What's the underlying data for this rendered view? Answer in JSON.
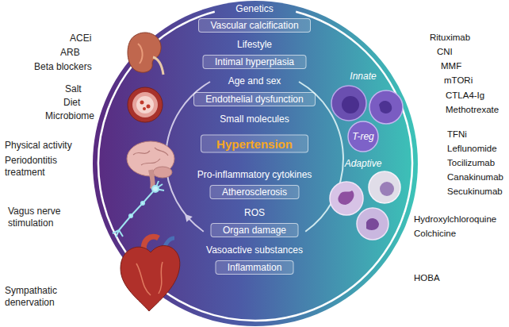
{
  "diagram": {
    "nodes": [
      {
        "text": [
          "Vascular calcification"
        ]
      },
      {
        "text": [
          "Intimal hyperplasia"
        ]
      },
      {
        "text": [
          "Endothelial dysfunction"
        ]
      },
      {
        "text": [
          "Hypertension"
        ]
      },
      {
        "text": [
          "Atherosclerosis"
        ]
      },
      {
        "text": [
          "Organ damage"
        ]
      },
      {
        "text": [
          "Inflammation"
        ]
      }
    ],
    "labels": [
      "Genetics",
      "Lifestyle",
      "Age and sex",
      "Small molecules",
      "Pro-inflammatory cytokines",
      "ROS",
      "Vasoactive substances",
      "ACEi",
      "ARB",
      "Beta blockers",
      "Salt",
      "Diet",
      "Microbiome",
      "Physical activity",
      "Periodontitis treatment",
      "Vagus nerve stimulation",
      "Sympathatic denervation",
      "Rituximab",
      "CNI",
      "MMF",
      "mTORi",
      "CTLA4-Ig",
      "Methotrexate",
      "TFNi",
      "Leflunomide",
      "Tocilizumab",
      "Canakinumab",
      "Secukinumab",
      "Hydroxylchloroquine",
      "Colchicine",
      "HOBA",
      "Innate",
      "T-reg",
      "Adaptive"
    ]
  }
}
